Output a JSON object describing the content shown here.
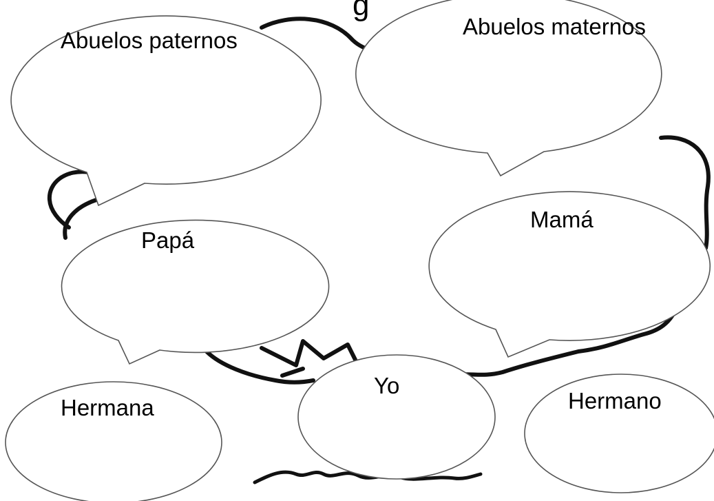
{
  "title_fragment": "g",
  "members": {
    "paternal_grandparents": "Abuelos paternos",
    "maternal_grandparents": "Abuelos maternos",
    "father": "Papá",
    "mother": "Mamá",
    "sister": "Hermana",
    "me": "Yo",
    "brother": "Hermano"
  }
}
